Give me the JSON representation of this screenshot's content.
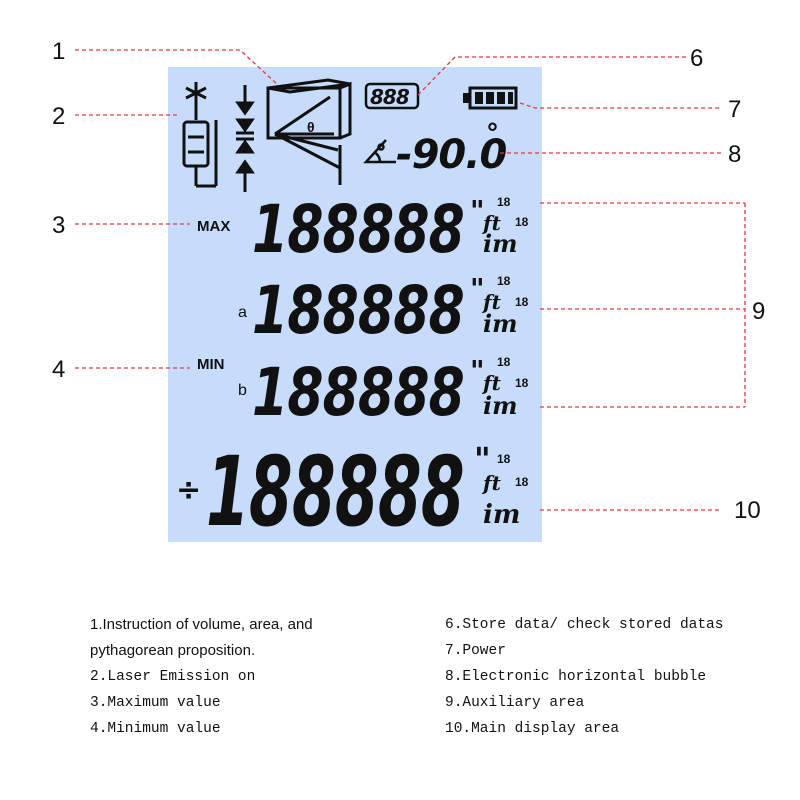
{
  "lcd": {
    "background": "#c7dcfb",
    "store_digits": "888",
    "angle_value": "-90.0",
    "degree_symbol": "°",
    "theta": "θ",
    "max_label": "MAX",
    "min_label": "MIN",
    "row_a_label": "a",
    "row_b_label": "b",
    "main_sign": "÷",
    "digits": "188888",
    "inch_mark": "\"",
    "ft_label": "ft",
    "m_label": "im",
    "frac_top": "18",
    "frac_bottom": "18"
  },
  "callouts": {
    "n1": "1",
    "n2": "2",
    "n3": "3",
    "n4": "4",
    "n6": "6",
    "n7": "7",
    "n8": "8",
    "n9": "9",
    "n10": "10"
  },
  "legend": {
    "item1_line1": "1.Instruction of volume, area, and",
    "item1_line2": "pythagorean proposition.",
    "item2": "2.Laser Emission on",
    "item3": "3.Maximum value",
    "item4": "4.Minimum value",
    "item6": "6.Store data/ check stored datas",
    "item7": "7.Power",
    "item8": "8.Electronic horizontal bubble",
    "item9": "9.Auxiliary area",
    "item10": "10.Main display area"
  },
  "colors": {
    "leader_line": "#e03a3a",
    "lcd_background": "#c7dcfb",
    "segment": "#111111"
  }
}
